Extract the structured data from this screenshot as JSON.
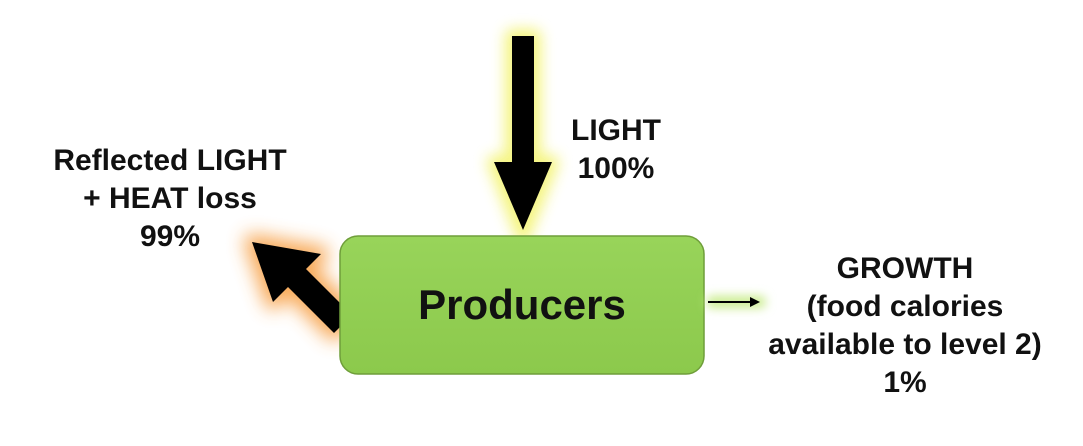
{
  "diagram": {
    "producers": {
      "label": "Producers"
    },
    "light": {
      "line1": "LIGHT",
      "line2": "100%"
    },
    "reflected": {
      "line1": "Reflected LIGHT",
      "line2": "+ HEAT loss",
      "line3": "99%"
    },
    "growth": {
      "line1": "GROWTH",
      "line2": "(food calories",
      "line3": "available to level 2)",
      "line4": "1%"
    },
    "colors": {
      "box_fill": "#92d050",
      "box_stroke": "#6f9e3a",
      "light_glow": "#f4f47a",
      "heat_glow": "#f7a24a",
      "growth_glow": "#c9ec8c",
      "arrow": "#000000"
    }
  }
}
